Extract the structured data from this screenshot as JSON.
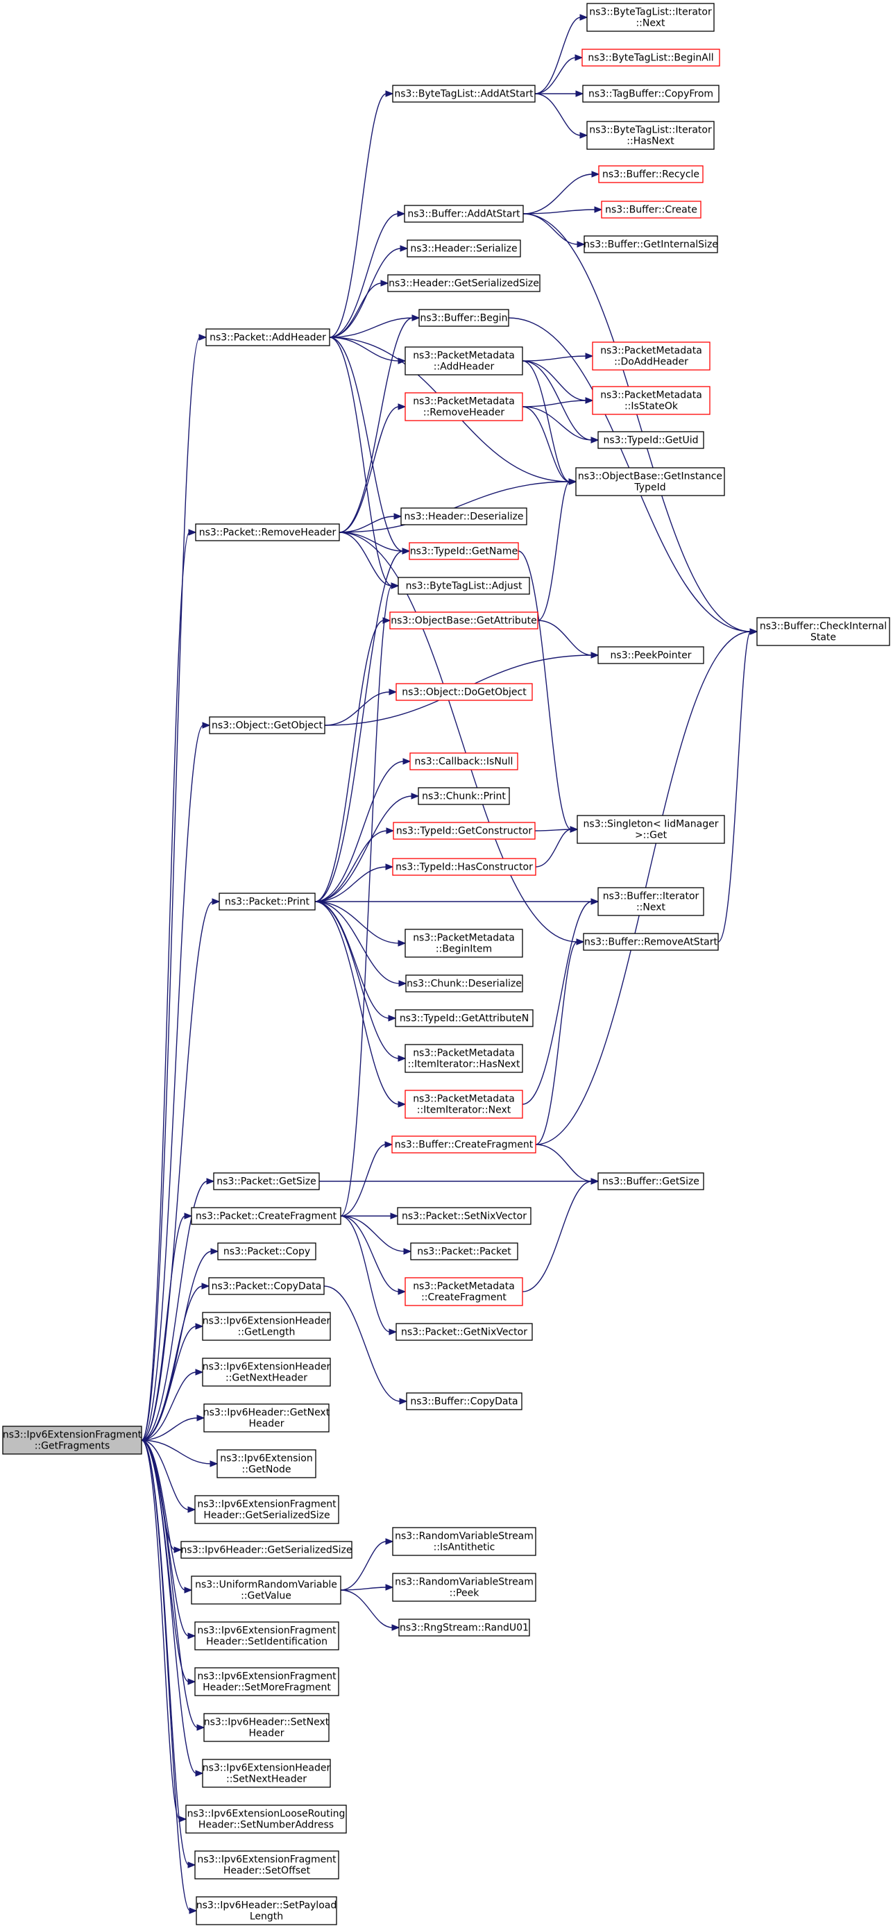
{
  "graph": {
    "root": "fragments",
    "nodes": [
      {
        "id": "fragments",
        "lines": [
          "ns3::Ipv6ExtensionFragment",
          "::GetFragments"
        ],
        "style": "root"
      },
      {
        "id": "addHeader",
        "lines": [
          "ns3::Packet::AddHeader"
        ],
        "style": "black"
      },
      {
        "id": "removeHeader",
        "lines": [
          "ns3::Packet::RemoveHeader"
        ],
        "style": "black"
      },
      {
        "id": "getObject",
        "lines": [
          "ns3::Object::GetObject"
        ],
        "style": "black"
      },
      {
        "id": "print",
        "lines": [
          "ns3::Packet::Print"
        ],
        "style": "black"
      },
      {
        "id": "getSize",
        "lines": [
          "ns3::Packet::GetSize"
        ],
        "style": "black"
      },
      {
        "id": "createFragment",
        "lines": [
          "ns3::Packet::CreateFragment"
        ],
        "style": "black"
      },
      {
        "id": "copy",
        "lines": [
          "ns3::Packet::Copy"
        ],
        "style": "black"
      },
      {
        "id": "copyData",
        "lines": [
          "ns3::Packet::CopyData"
        ],
        "style": "black"
      },
      {
        "id": "extGetLength",
        "lines": [
          "ns3::Ipv6ExtensionHeader",
          "::GetLength"
        ],
        "style": "black"
      },
      {
        "id": "extGetNextHeader",
        "lines": [
          "ns3::Ipv6ExtensionHeader",
          "::GetNextHeader"
        ],
        "style": "black"
      },
      {
        "id": "ipv6GetNextHeader",
        "lines": [
          "ns3::Ipv6Header::GetNext",
          "Header"
        ],
        "style": "black"
      },
      {
        "id": "extGetNode",
        "lines": [
          "ns3::Ipv6Extension",
          "::GetNode"
        ],
        "style": "black"
      },
      {
        "id": "fragGetSerSize",
        "lines": [
          "ns3::Ipv6ExtensionFragment",
          "Header::GetSerializedSize"
        ],
        "style": "black"
      },
      {
        "id": "ipv6GetSerSize",
        "lines": [
          "ns3::Ipv6Header::GetSerializedSize"
        ],
        "style": "black"
      },
      {
        "id": "uniformGetValue",
        "lines": [
          "ns3::UniformRandomVariable",
          "::GetValue"
        ],
        "style": "black"
      },
      {
        "id": "fragSetId",
        "lines": [
          "ns3::Ipv6ExtensionFragment",
          "Header::SetIdentification"
        ],
        "style": "black"
      },
      {
        "id": "fragSetMore",
        "lines": [
          "ns3::Ipv6ExtensionFragment",
          "Header::SetMoreFragment"
        ],
        "style": "black"
      },
      {
        "id": "ipv6SetNextHeader",
        "lines": [
          "ns3::Ipv6Header::SetNext",
          "Header"
        ],
        "style": "black"
      },
      {
        "id": "extSetNextHeader",
        "lines": [
          "ns3::Ipv6ExtensionHeader",
          "::SetNextHeader"
        ],
        "style": "black"
      },
      {
        "id": "looseSetNum",
        "lines": [
          "ns3::Ipv6ExtensionLooseRouting",
          "Header::SetNumberAddress"
        ],
        "style": "black"
      },
      {
        "id": "fragSetOffset",
        "lines": [
          "ns3::Ipv6ExtensionFragment",
          "Header::SetOffset"
        ],
        "style": "black"
      },
      {
        "id": "ipv6SetPayload",
        "lines": [
          "ns3::Ipv6Header::SetPayload",
          "Length"
        ],
        "style": "black"
      },
      {
        "id": "btlAddAtStart",
        "lines": [
          "ns3::ByteTagList::AddAtStart"
        ],
        "style": "black"
      },
      {
        "id": "bufAddAtStart",
        "lines": [
          "ns3::Buffer::AddAtStart"
        ],
        "style": "black"
      },
      {
        "id": "headerSerialize",
        "lines": [
          "ns3::Header::Serialize"
        ],
        "style": "black"
      },
      {
        "id": "headerGetSerSize",
        "lines": [
          "ns3::Header::GetSerializedSize"
        ],
        "style": "black"
      },
      {
        "id": "bufBegin",
        "lines": [
          "ns3::Buffer::Begin"
        ],
        "style": "black"
      },
      {
        "id": "pmAddHeader",
        "lines": [
          "ns3::PacketMetadata",
          "::AddHeader"
        ],
        "style": "black"
      },
      {
        "id": "pmRemoveHeader",
        "lines": [
          "ns3::PacketMetadata",
          "::RemoveHeader"
        ],
        "style": "red"
      },
      {
        "id": "headerDeserialize",
        "lines": [
          "ns3::Header::Deserialize"
        ],
        "style": "black"
      },
      {
        "id": "typeIdGetName",
        "lines": [
          "ns3::TypeId::GetName"
        ],
        "style": "red"
      },
      {
        "id": "btlAdjust",
        "lines": [
          "ns3::ByteTagList::Adjust"
        ],
        "style": "black"
      },
      {
        "id": "obGetAttribute",
        "lines": [
          "ns3::ObjectBase::GetAttribute"
        ],
        "style": "red"
      },
      {
        "id": "objDoGetObject",
        "lines": [
          "ns3::Object::DoGetObject"
        ],
        "style": "red"
      },
      {
        "id": "cbIsNull",
        "lines": [
          "ns3::Callback::IsNull"
        ],
        "style": "red"
      },
      {
        "id": "chunkPrint",
        "lines": [
          "ns3::Chunk::Print"
        ],
        "style": "black"
      },
      {
        "id": "typeIdGetCtor",
        "lines": [
          "ns3::TypeId::GetConstructor"
        ],
        "style": "red"
      },
      {
        "id": "typeIdHasCtor",
        "lines": [
          "ns3::TypeId::HasConstructor"
        ],
        "style": "red"
      },
      {
        "id": "pmBeginItem",
        "lines": [
          "ns3::PacketMetadata",
          "::BeginItem"
        ],
        "style": "black"
      },
      {
        "id": "chunkDeserialize",
        "lines": [
          "ns3::Chunk::Deserialize"
        ],
        "style": "black"
      },
      {
        "id": "typeIdGetAttrN",
        "lines": [
          "ns3::TypeId::GetAttributeN"
        ],
        "style": "black"
      },
      {
        "id": "pmItemHasNext",
        "lines": [
          "ns3::PacketMetadata",
          "::ItemIterator::HasNext"
        ],
        "style": "black"
      },
      {
        "id": "pmItemNext",
        "lines": [
          "ns3::PacketMetadata",
          "::ItemIterator::Next"
        ],
        "style": "red"
      },
      {
        "id": "bufCreateFragment",
        "lines": [
          "ns3::Buffer::CreateFragment"
        ],
        "style": "red"
      },
      {
        "id": "pktSetNix",
        "lines": [
          "ns3::Packet::SetNixVector"
        ],
        "style": "black"
      },
      {
        "id": "pktPacket",
        "lines": [
          "ns3::Packet::Packet"
        ],
        "style": "black"
      },
      {
        "id": "pmCreateFragment",
        "lines": [
          "ns3::PacketMetadata",
          "::CreateFragment"
        ],
        "style": "red"
      },
      {
        "id": "pktGetNix",
        "lines": [
          "ns3::Packet::GetNixVector"
        ],
        "style": "black"
      },
      {
        "id": "bufCopyData",
        "lines": [
          "ns3::Buffer::CopyData"
        ],
        "style": "black"
      },
      {
        "id": "rvsIsAnti",
        "lines": [
          "ns3::RandomVariableStream",
          "::IsAntithetic"
        ],
        "style": "black"
      },
      {
        "id": "rvsPeek",
        "lines": [
          "ns3::RandomVariableStream",
          "::Peek"
        ],
        "style": "black"
      },
      {
        "id": "rngRandU01",
        "lines": [
          "ns3::RngStream::RandU01"
        ],
        "style": "black"
      },
      {
        "id": "btlIterNext",
        "lines": [
          "ns3::ByteTagList::Iterator",
          "::Next"
        ],
        "style": "black"
      },
      {
        "id": "btlBeginAll",
        "lines": [
          "ns3::ByteTagList::BeginAll"
        ],
        "style": "red"
      },
      {
        "id": "tagBufCopyFrom",
        "lines": [
          "ns3::TagBuffer::CopyFrom"
        ],
        "style": "black"
      },
      {
        "id": "btlIterHasNext",
        "lines": [
          "ns3::ByteTagList::Iterator",
          "::HasNext"
        ],
        "style": "black"
      },
      {
        "id": "bufRecycle",
        "lines": [
          "ns3::Buffer::Recycle"
        ],
        "style": "red"
      },
      {
        "id": "bufCreate",
        "lines": [
          "ns3::Buffer::Create"
        ],
        "style": "red"
      },
      {
        "id": "bufGetInternalSize",
        "lines": [
          "ns3::Buffer::GetInternalSize"
        ],
        "style": "black"
      },
      {
        "id": "pmDoAddHeader",
        "lines": [
          "ns3::PacketMetadata",
          "::DoAddHeader"
        ],
        "style": "red"
      },
      {
        "id": "pmIsStateOk",
        "lines": [
          "ns3::PacketMetadata",
          "::IsStateOk"
        ],
        "style": "red"
      },
      {
        "id": "typeIdGetUid",
        "lines": [
          "ns3::TypeId::GetUid"
        ],
        "style": "black"
      },
      {
        "id": "obGetInstTypeId",
        "lines": [
          "ns3::ObjectBase::GetInstance",
          "TypeId"
        ],
        "style": "black"
      },
      {
        "id": "peekPointer",
        "lines": [
          "ns3::PeekPointer"
        ],
        "style": "black"
      },
      {
        "id": "singletonGet",
        "lines": [
          "ns3::Singleton< IidManager",
          " >::Get"
        ],
        "style": "black"
      },
      {
        "id": "bufIterNext",
        "lines": [
          "ns3::Buffer::Iterator",
          "::Next"
        ],
        "style": "black"
      },
      {
        "id": "bufRemoveAtStart",
        "lines": [
          "ns3::Buffer::RemoveAtStart"
        ],
        "style": "black"
      },
      {
        "id": "bufGetSize",
        "lines": [
          "ns3::Buffer::GetSize"
        ],
        "style": "black"
      },
      {
        "id": "bufCheckInternal",
        "lines": [
          "ns3::Buffer::CheckInternal",
          "State"
        ],
        "style": "black"
      }
    ],
    "edges": [
      [
        "fragments",
        "addHeader"
      ],
      [
        "fragments",
        "removeHeader"
      ],
      [
        "fragments",
        "getObject"
      ],
      [
        "fragments",
        "print"
      ],
      [
        "fragments",
        "getSize"
      ],
      [
        "fragments",
        "createFragment"
      ],
      [
        "fragments",
        "copy"
      ],
      [
        "fragments",
        "copyData"
      ],
      [
        "fragments",
        "extGetLength"
      ],
      [
        "fragments",
        "extGetNextHeader"
      ],
      [
        "fragments",
        "ipv6GetNextHeader"
      ],
      [
        "fragments",
        "extGetNode"
      ],
      [
        "fragments",
        "fragGetSerSize"
      ],
      [
        "fragments",
        "ipv6GetSerSize"
      ],
      [
        "fragments",
        "uniformGetValue"
      ],
      [
        "fragments",
        "fragSetId"
      ],
      [
        "fragments",
        "fragSetMore"
      ],
      [
        "fragments",
        "ipv6SetNextHeader"
      ],
      [
        "fragments",
        "extSetNextHeader"
      ],
      [
        "fragments",
        "looseSetNum"
      ],
      [
        "fragments",
        "fragSetOffset"
      ],
      [
        "fragments",
        "ipv6SetPayload"
      ],
      [
        "addHeader",
        "btlAddAtStart"
      ],
      [
        "addHeader",
        "bufAddAtStart"
      ],
      [
        "addHeader",
        "headerSerialize"
      ],
      [
        "addHeader",
        "headerGetSerSize"
      ],
      [
        "addHeader",
        "bufBegin"
      ],
      [
        "addHeader",
        "pmAddHeader"
      ],
      [
        "addHeader",
        "obGetInstTypeId"
      ],
      [
        "addHeader",
        "typeIdGetName"
      ],
      [
        "addHeader",
        "btlAdjust"
      ],
      [
        "removeHeader",
        "pmRemoveHeader"
      ],
      [
        "removeHeader",
        "bufBegin"
      ],
      [
        "removeHeader",
        "headerDeserialize"
      ],
      [
        "removeHeader",
        "typeIdGetName"
      ],
      [
        "removeHeader",
        "btlAdjust"
      ],
      [
        "removeHeader",
        "obGetInstTypeId"
      ],
      [
        "removeHeader",
        "bufRemoveAtStart"
      ],
      [
        "getObject",
        "objDoGetObject"
      ],
      [
        "getObject",
        "peekPointer"
      ],
      [
        "print",
        "obGetAttribute"
      ],
      [
        "print",
        "cbIsNull"
      ],
      [
        "print",
        "chunkPrint"
      ],
      [
        "print",
        "typeIdGetCtor"
      ],
      [
        "print",
        "typeIdHasCtor"
      ],
      [
        "print",
        "bufIterNext"
      ],
      [
        "print",
        "pmBeginItem"
      ],
      [
        "print",
        "chunkDeserialize"
      ],
      [
        "print",
        "typeIdGetAttrN"
      ],
      [
        "print",
        "pmItemHasNext"
      ],
      [
        "print",
        "pmItemNext"
      ],
      [
        "print",
        "typeIdGetName"
      ],
      [
        "getSize",
        "bufGetSize"
      ],
      [
        "createFragment",
        "bufCreateFragment"
      ],
      [
        "createFragment",
        "pktSetNix"
      ],
      [
        "createFragment",
        "pktPacket"
      ],
      [
        "createFragment",
        "pmCreateFragment"
      ],
      [
        "createFragment",
        "pktGetNix"
      ],
      [
        "createFragment",
        "btlAdjust"
      ],
      [
        "copyData",
        "bufCopyData"
      ],
      [
        "uniformGetValue",
        "rvsIsAnti"
      ],
      [
        "uniformGetValue",
        "rvsPeek"
      ],
      [
        "uniformGetValue",
        "rngRandU01"
      ],
      [
        "btlAddAtStart",
        "btlIterNext"
      ],
      [
        "btlAddAtStart",
        "btlBeginAll"
      ],
      [
        "btlAddAtStart",
        "tagBufCopyFrom"
      ],
      [
        "btlAddAtStart",
        "btlIterHasNext"
      ],
      [
        "bufAddAtStart",
        "bufRecycle"
      ],
      [
        "bufAddAtStart",
        "bufCreate"
      ],
      [
        "bufAddAtStart",
        "bufGetInternalSize"
      ],
      [
        "bufAddAtStart",
        "bufCheckInternal"
      ],
      [
        "bufBegin",
        "bufCheckInternal"
      ],
      [
        "pmAddHeader",
        "pmDoAddHeader"
      ],
      [
        "pmAddHeader",
        "pmIsStateOk"
      ],
      [
        "pmAddHeader",
        "typeIdGetUid"
      ],
      [
        "pmAddHeader",
        "obGetInstTypeId"
      ],
      [
        "pmRemoveHeader",
        "pmIsStateOk"
      ],
      [
        "pmRemoveHeader",
        "typeIdGetUid"
      ],
      [
        "pmRemoveHeader",
        "obGetInstTypeId"
      ],
      [
        "typeIdGetName",
        "singletonGet"
      ],
      [
        "obGetAttribute",
        "obGetInstTypeId"
      ],
      [
        "obGetAttribute",
        "peekPointer"
      ],
      [
        "typeIdGetCtor",
        "singletonGet"
      ],
      [
        "typeIdHasCtor",
        "singletonGet"
      ],
      [
        "pmItemNext",
        "bufIterNext"
      ],
      [
        "bufCreateFragment",
        "bufGetSize"
      ],
      [
        "bufCreateFragment",
        "bufRemoveAtStart"
      ],
      [
        "bufCreateFragment",
        "bufCheckInternal"
      ],
      [
        "bufRemoveAtStart",
        "bufCheckInternal"
      ],
      [
        "pmCreateFragment",
        "bufGetSize"
      ]
    ],
    "colors": {
      "edge": "#191970",
      "node_border": "#000000",
      "node_border_external": "#ff0000",
      "root_fill": "#bfbfbf"
    }
  }
}
